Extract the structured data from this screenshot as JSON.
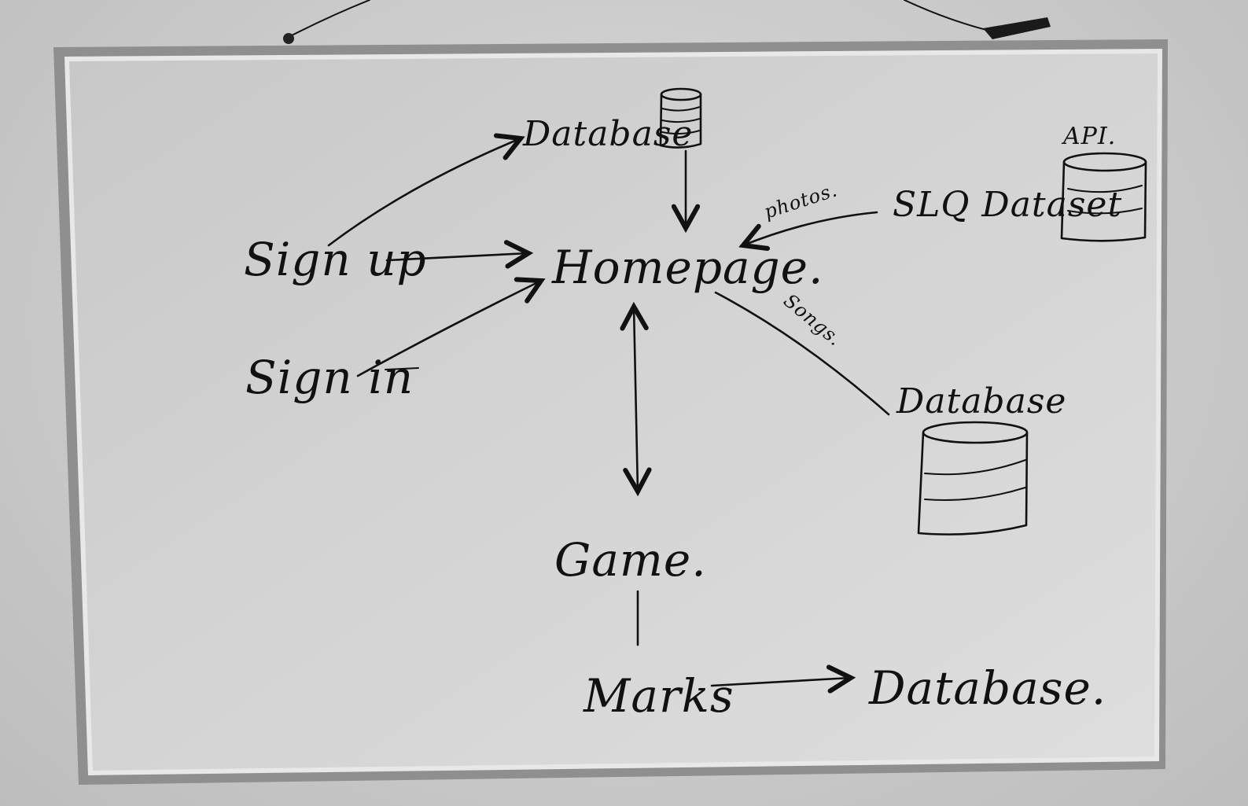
{
  "board": {
    "nodes": {
      "signup": "Sign up",
      "signin": "Sign in",
      "homepage": "Homepage.",
      "database_top": "Database",
      "sql_dataset": "SLQ Dataset",
      "api": "API.",
      "database_right": "Database",
      "game": "Game.",
      "marks": "Marks",
      "database_bottom": "Database."
    },
    "edge_labels": {
      "photos": "photos.",
      "songs": "Songs."
    }
  }
}
